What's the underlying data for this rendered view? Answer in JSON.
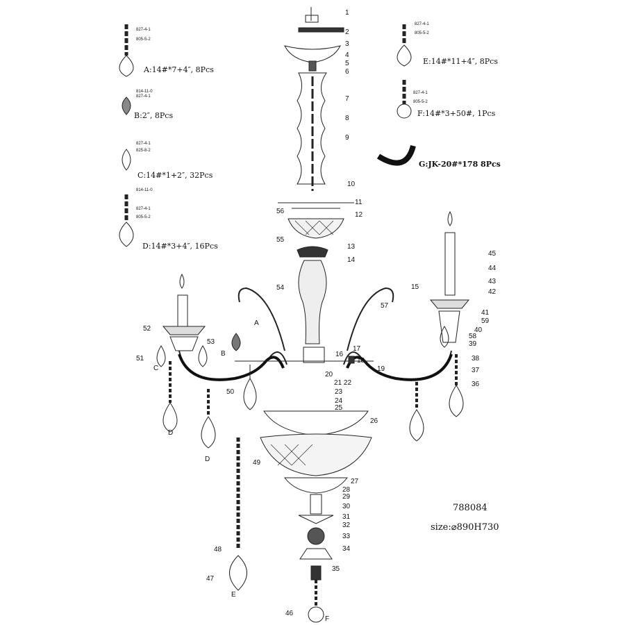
{
  "legend": {
    "A": {
      "text": "A:14#*7+4″, 8Pcs",
      "codes": [
        "827-4-1",
        "805-5-2"
      ]
    },
    "B": {
      "text": "B:2″, 8Pcs",
      "codes": [
        "814-11-0",
        "827-4-1"
      ]
    },
    "C": {
      "text": "C:14#*1+2″, 32Pcs",
      "codes": [
        "827-4-1",
        "825-8-2"
      ]
    },
    "D": {
      "text": "D:14#*3+4″, 16Pcs",
      "codes": [
        "814-11-0",
        "827-4-1",
        "805-5-2"
      ]
    },
    "E": {
      "text": "E:14#*11+4″, 8Pcs",
      "codes": [
        "827-4-1",
        "805-5-2"
      ]
    },
    "F": {
      "text": "F:14#*3+50#, 1Pcs",
      "codes": [
        "827-4-1",
        "805-5-2"
      ]
    },
    "G": {
      "text": "G:JK-20#*178  8Pcs"
    }
  },
  "model_number": "788084",
  "size": "size:⌀890H730",
  "part_labels": [
    "1",
    "2",
    "3",
    "4",
    "5",
    "6",
    "7",
    "8",
    "9",
    "10",
    "11",
    "12",
    "56",
    "55",
    "13",
    "14",
    "54",
    "15",
    "57",
    "45",
    "44",
    "43",
    "42",
    "41",
    "59",
    "40",
    "58",
    "39",
    "38",
    "37",
    "36",
    "16",
    "17",
    "18",
    "19",
    "20",
    "21 22",
    "23",
    "24",
    "25",
    "26",
    "27",
    "28",
    "29",
    "30",
    "31",
    "32",
    "33",
    "34",
    "35",
    "46",
    "F",
    "47",
    "E",
    "48",
    "49",
    "50",
    "51",
    "C",
    "52",
    "53",
    "B",
    "A",
    "D",
    "D"
  ]
}
